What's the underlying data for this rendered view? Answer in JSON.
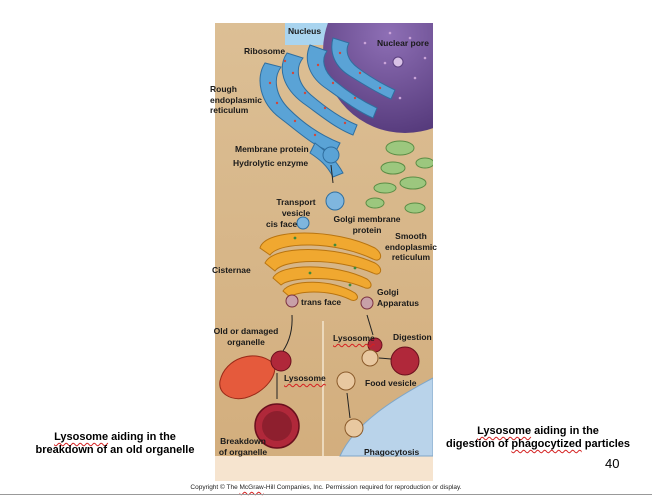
{
  "labels": {
    "nucleus": "Nucleus",
    "ribosome": "Ribosome",
    "nuclear_pore": "Nuclear pore",
    "rough_er": [
      "Rough",
      "endoplasmic",
      "reticulum"
    ],
    "membrane_protein": "Membrane protein",
    "hydrolytic_enzyme": "Hydrolytic enzyme",
    "transport_vesicle": [
      "Transport",
      "vesicle"
    ],
    "cis_face": "cis face",
    "golgi_membrane_protein": [
      "Golgi membrane",
      "protein"
    ],
    "smooth_er": [
      "Smooth",
      "endoplasmic",
      "reticulum"
    ],
    "cisternae": "Cisternae",
    "trans_face": "trans face",
    "golgi_apparatus": [
      "Golgi",
      "Apparatus"
    ],
    "old_organelle": [
      "Old or damaged",
      "organelle"
    ],
    "lysosome_left": "Lysosome",
    "lysosome_right": "Lysosome",
    "digestion": "Digestion",
    "food_vesicle": "Food vesicle",
    "breakdown": [
      "Breakdown",
      "of organelle"
    ],
    "phagocytosis": "Phagocytosis"
  },
  "captions": {
    "left_word": "Lysosome",
    "left_rest": " aiding in the",
    "left_line2": "breakdown of an old organelle",
    "right_word": "Lysosome",
    "right_rest": " aiding in the",
    "right_line2_a": "digestion of ",
    "right_line2_word": "phagocytized",
    "right_line2_b": " particles"
  },
  "slide_number": "40",
  "copyright": {
    "a": "Copyright © The ",
    "word": "McGraw",
    "b": "-Hill Companies, Inc. Permission required for reproduction or display."
  },
  "colors": {
    "cytoplasm": "#d9b98d",
    "nucleus": "#6e4f93",
    "rough_er": "#5aa3d6",
    "smooth_er": "#9cc77e",
    "golgi": "#f0a830",
    "lysosome": "#b0283a",
    "extracellular": "#b9d3ea"
  }
}
